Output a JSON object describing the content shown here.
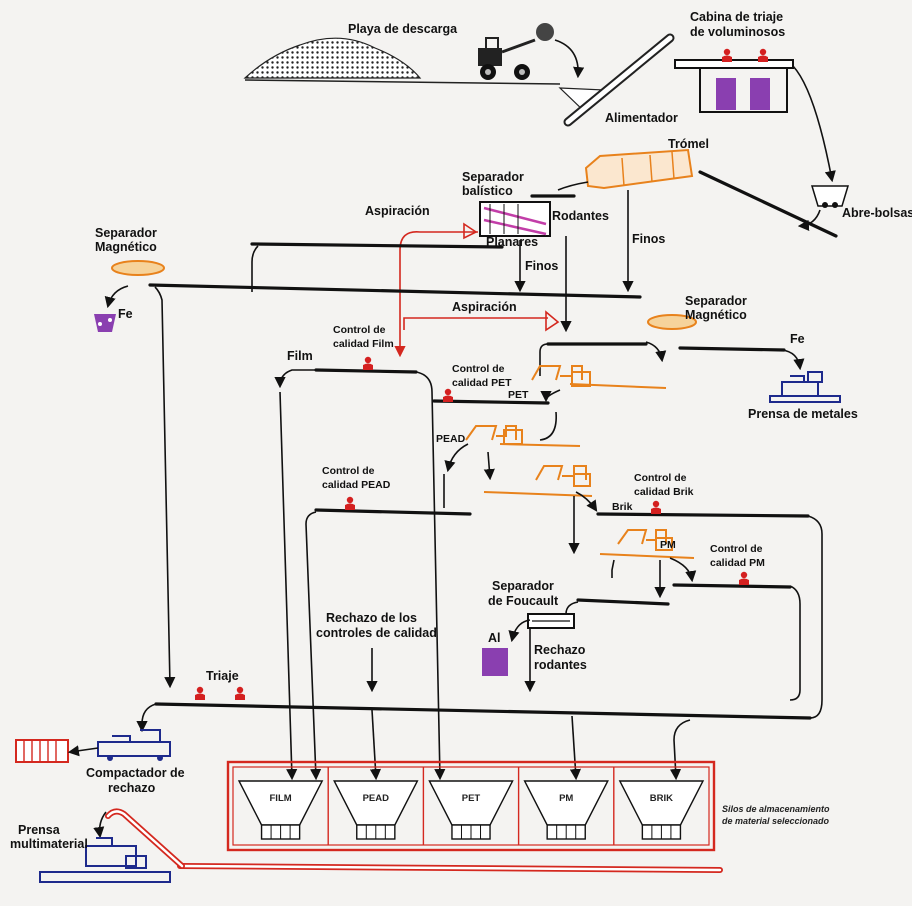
{
  "labels": {
    "playa": "Playa de descarga",
    "cabina_1": "Cabina de triaje",
    "cabina_2": "de voluminosos",
    "alimentador": "Alimentador",
    "tromel": "Trómel",
    "abre_bolsas": "Abre-bolsas",
    "sep_balistico_1": "Separador",
    "sep_balistico_2": "balístico",
    "rodantes": "Rodantes",
    "planares": "Planares",
    "aspiracion_1": "Aspiración",
    "aspiracion_2": "Aspiración",
    "finos_1": "Finos",
    "finos_2": "Finos",
    "sep_mag_left_1": "Separador",
    "sep_mag_left_2": "Magnético",
    "fe_left": "Fe",
    "sep_mag_right_1": "Separador",
    "sep_mag_right_2": "Magnético",
    "fe_right": "Fe",
    "prensa_metales": "Prensa de metales",
    "control_film_1": "Control de",
    "control_film_2": "calidad Film",
    "film": "Film",
    "control_pet_1": "Control de",
    "control_pet_2": "calidad PET",
    "pet": "PET",
    "pead": "PEAD",
    "control_pead_1": "Control de",
    "control_pead_2": "calidad PEAD",
    "control_brik_1": "Control de",
    "control_brik_2": "calidad Brik",
    "brik": "Brik",
    "pm": "PM",
    "control_pm_1": "Control de",
    "control_pm_2": "calidad PM",
    "foucault_1": "Separador",
    "foucault_2": "de Foucault",
    "al": "Al",
    "rechazo_rod_1": "Rechazo",
    "rechazo_rod_2": "rodantes",
    "rechazo_ctrl_1": "Rechazo de los",
    "rechazo_ctrl_2": "controles de calidad",
    "triaje": "Triaje",
    "compactador_1": "Compactador de",
    "compactador_2": "rechazo",
    "prensa_multi_1": "Prensa",
    "prensa_multi_2": "multimaterial",
    "silos_note_1": "Silos de almacenamiento",
    "silos_note_2": "de material seleccionado"
  },
  "silos": [
    "FILM",
    "PEAD",
    "PET",
    "PM",
    "BRIK"
  ],
  "colors": {
    "line": "#111111",
    "aspiration": "#d4281f",
    "silo_frame": "#d4281f",
    "separator": "#e8821c",
    "machine": "#1e2a8c",
    "collector": "#8a3fb0",
    "operator": "#d42020"
  }
}
